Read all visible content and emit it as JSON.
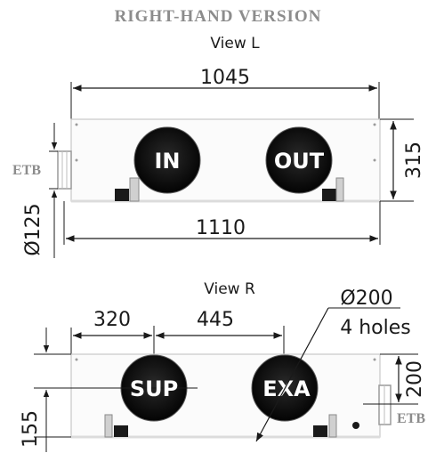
{
  "title": "RIGHT-HAND VERSION",
  "view_l": {
    "label": "View L",
    "width_overall": "1045",
    "width_base": "1110",
    "height": "315",
    "duct_diameter": "Ø125",
    "etb_label": "ETB",
    "port_in": "IN",
    "port_out": "OUT"
  },
  "view_r": {
    "label": "View R",
    "offset_1": "320",
    "offset_2": "445",
    "hole_diameter": "Ø200",
    "holes_note": "4 holes",
    "height": "200",
    "base_offset": "155",
    "etb_label": "ETB",
    "port_sup": "SUP",
    "port_exa": "EXA"
  },
  "colors": {
    "line": "#1a1a1a",
    "body_fill": "#fbfbfb",
    "body_edge": "#c8c8c8",
    "port_fill": "#0d0d0d",
    "label_gray": "#8c8c8c",
    "etb_box": "#9a9a9a"
  }
}
